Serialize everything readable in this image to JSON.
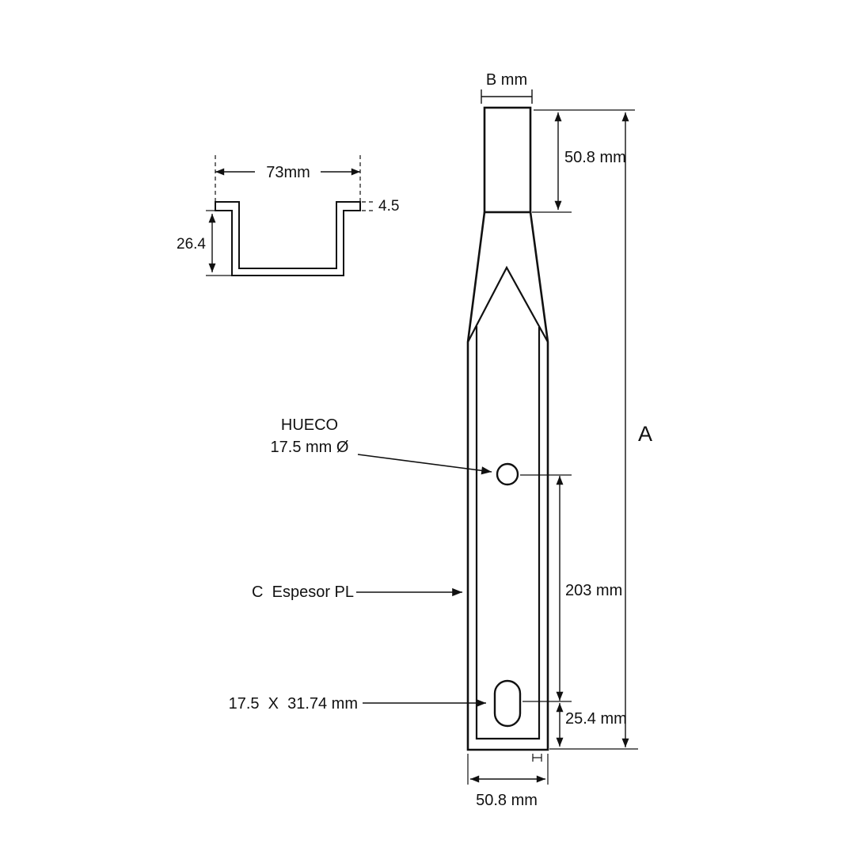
{
  "page": {
    "background": "#ffffff",
    "ink": "#111111"
  },
  "main_view": {
    "top_width_label": "B mm",
    "head_height_label": "50.8 mm",
    "overall_length_label": "A",
    "hole_callout_line1": "HUECO",
    "hole_callout_line2": "17.5 mm Ø",
    "thickness_callout": "C  Espesor PL",
    "slot_callout": "17.5  X  31.74 mm",
    "hole_to_slot_label": "203 mm",
    "slot_to_end_label": "25.4 mm",
    "bottom_width_label": "50.8 mm"
  },
  "section_view": {
    "width_label": "73mm",
    "flange_thickness_label": "4.5",
    "depth_label": "26.4"
  }
}
